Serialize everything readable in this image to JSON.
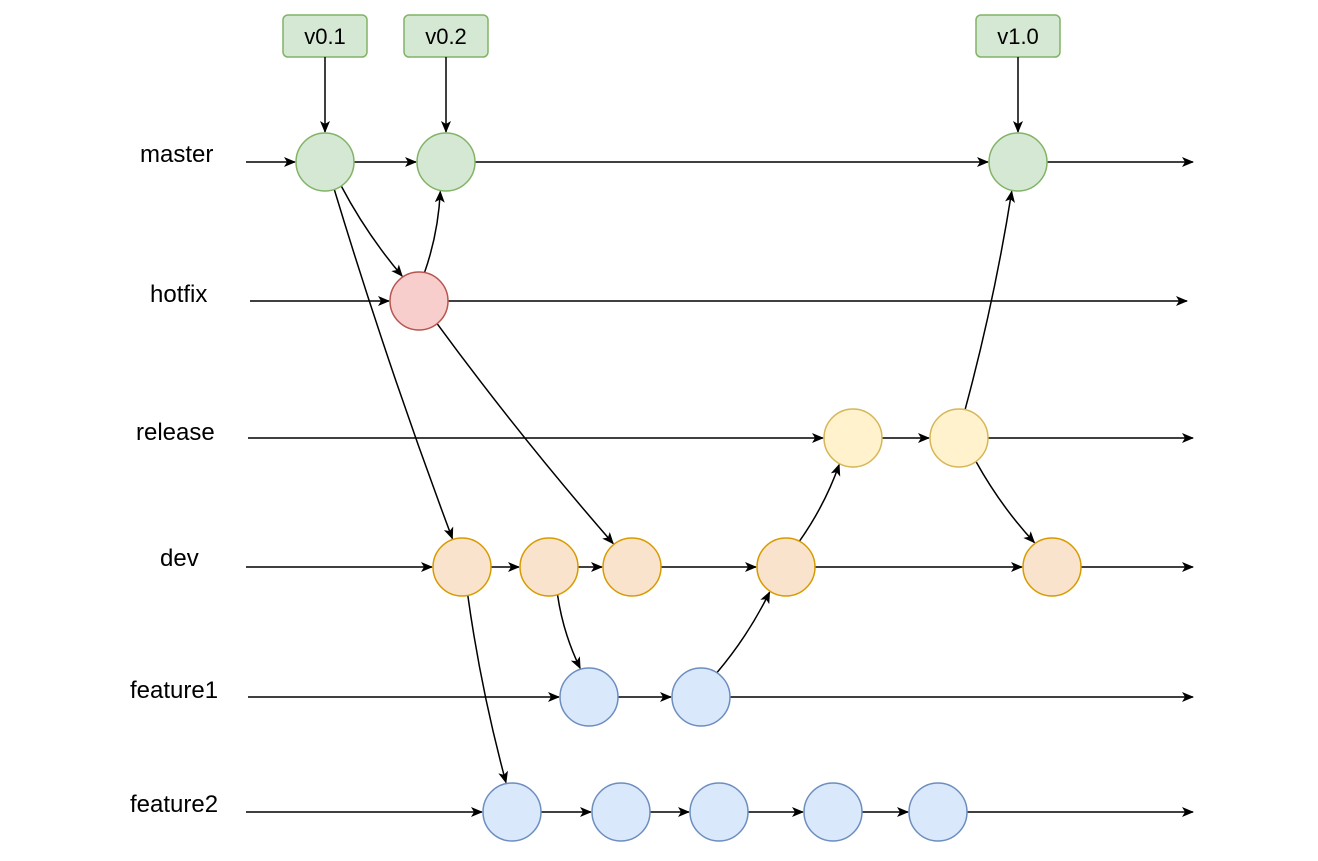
{
  "diagram": {
    "type": "git-branching-flow",
    "branches": [
      {
        "id": "master",
        "label": "master",
        "fill": "#d5e8d4",
        "stroke": "#82b366"
      },
      {
        "id": "hotfix",
        "label": "hotfix",
        "fill": "#f8cecc",
        "stroke": "#b85450"
      },
      {
        "id": "release",
        "label": "release",
        "fill": "#fff2cc",
        "stroke": "#d6b656"
      },
      {
        "id": "dev",
        "label": "dev",
        "fill": "#fae3cc",
        "stroke": "#d79b00"
      },
      {
        "id": "feature1",
        "label": "feature1",
        "fill": "#dae8fc",
        "stroke": "#6c8ebf"
      },
      {
        "id": "feature2",
        "label": "feature2",
        "fill": "#dae8fc",
        "stroke": "#6c8ebf"
      }
    ],
    "tags": [
      {
        "label": "v0.1",
        "commit": "m1"
      },
      {
        "label": "v0.2",
        "commit": "m2"
      },
      {
        "label": "v1.0",
        "commit": "m3"
      }
    ],
    "tag_style": {
      "fill": "#d5e8d4",
      "stroke": "#82b366"
    },
    "commits": [
      {
        "id": "m1",
        "branch": "master"
      },
      {
        "id": "m2",
        "branch": "master"
      },
      {
        "id": "m3",
        "branch": "master"
      },
      {
        "id": "h1",
        "branch": "hotfix"
      },
      {
        "id": "r1",
        "branch": "release"
      },
      {
        "id": "r2",
        "branch": "release"
      },
      {
        "id": "d1",
        "branch": "dev"
      },
      {
        "id": "d2",
        "branch": "dev"
      },
      {
        "id": "d3",
        "branch": "dev"
      },
      {
        "id": "d4",
        "branch": "dev"
      },
      {
        "id": "d5",
        "branch": "dev"
      },
      {
        "id": "f1a",
        "branch": "feature1"
      },
      {
        "id": "f1b",
        "branch": "feature1"
      },
      {
        "id": "f2a",
        "branch": "feature2"
      },
      {
        "id": "f2b",
        "branch": "feature2"
      },
      {
        "id": "f2c",
        "branch": "feature2"
      },
      {
        "id": "f2d",
        "branch": "feature2"
      },
      {
        "id": "f2e",
        "branch": "feature2"
      }
    ],
    "edges": [
      {
        "from": "m1",
        "to": "h1"
      },
      {
        "from": "m1",
        "to": "d1"
      },
      {
        "from": "h1",
        "to": "m2"
      },
      {
        "from": "h1",
        "to": "d3"
      },
      {
        "from": "d1",
        "to": "f2a"
      },
      {
        "from": "d2",
        "to": "f1a"
      },
      {
        "from": "f1b",
        "to": "d4"
      },
      {
        "from": "d4",
        "to": "r1"
      },
      {
        "from": "r2",
        "to": "m3"
      },
      {
        "from": "r2",
        "to": "d5"
      }
    ]
  }
}
